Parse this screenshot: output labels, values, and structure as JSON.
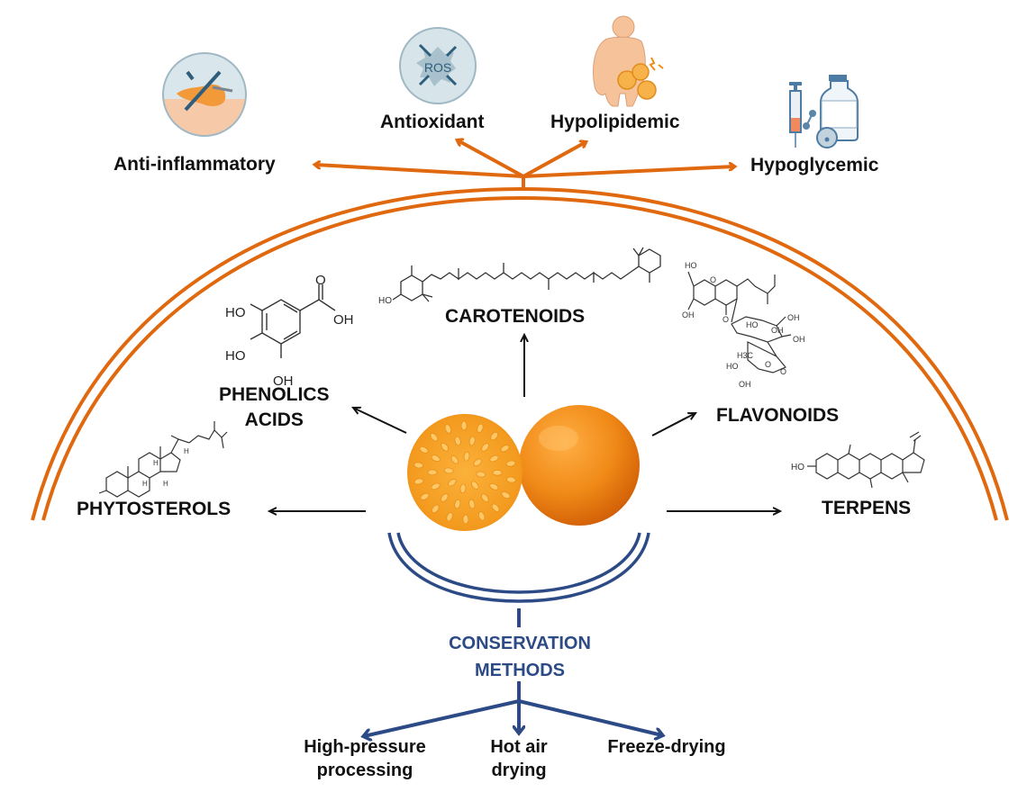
{
  "diagram": {
    "subject": "golden berry fruit (whole and halved)",
    "colors": {
      "benefits_arrows": "#e0690f",
      "outer_arc": "#e0690f",
      "conservation": "#2c4a86",
      "compound_arrows": "#111111",
      "fruit_orange": "#f08a17",
      "fruit_dark": "#d9650a"
    },
    "benefits": [
      {
        "label": "Anti-inflammatory",
        "icon": "inflamed-skin-icon"
      },
      {
        "label": "Antioxidant",
        "icon": "ros-icon",
        "icon_text": "ROS"
      },
      {
        "label": "Hypolipidemic",
        "icon": "obese-body-fat-icon"
      },
      {
        "label": "Hypoglycemic",
        "icon": "syringe-vial-icon"
      }
    ],
    "compounds": [
      {
        "label": "CAROTENOIDS",
        "structure": "carotenoid-structure"
      },
      {
        "label_line1": "PHENOLICS",
        "label_line2": "ACIDS",
        "structure": "gallic-acid-structure",
        "atoms": [
          "HO",
          "HO",
          "OH",
          "OH",
          "O"
        ]
      },
      {
        "label": "FLAVONOIDS",
        "structure": "flavonoid-glycoside-structure"
      },
      {
        "label": "PHYTOSTEROLS",
        "structure": "sterol-structure"
      },
      {
        "label": "TERPENS",
        "structure": "triterpene-structure"
      }
    ],
    "structure_text": {
      "carotenoid_ho": "HO",
      "flavonoid_atoms": [
        "HO",
        "OH",
        "O",
        "O",
        "HO",
        "OH",
        "OH",
        "OH",
        "O",
        "H3C",
        "HO",
        "OH",
        "O"
      ],
      "sterol_h": "H",
      "terpene_ho": "HO"
    },
    "conservation": {
      "title_line1": "CONSERVATION",
      "title_line2": "METHODS",
      "methods": [
        {
          "line1": "High-pressure",
          "line2": "processing"
        },
        {
          "line1": "Hot air",
          "line2": "drying"
        },
        {
          "line1": "Freeze-drying",
          "line2": ""
        }
      ]
    }
  }
}
